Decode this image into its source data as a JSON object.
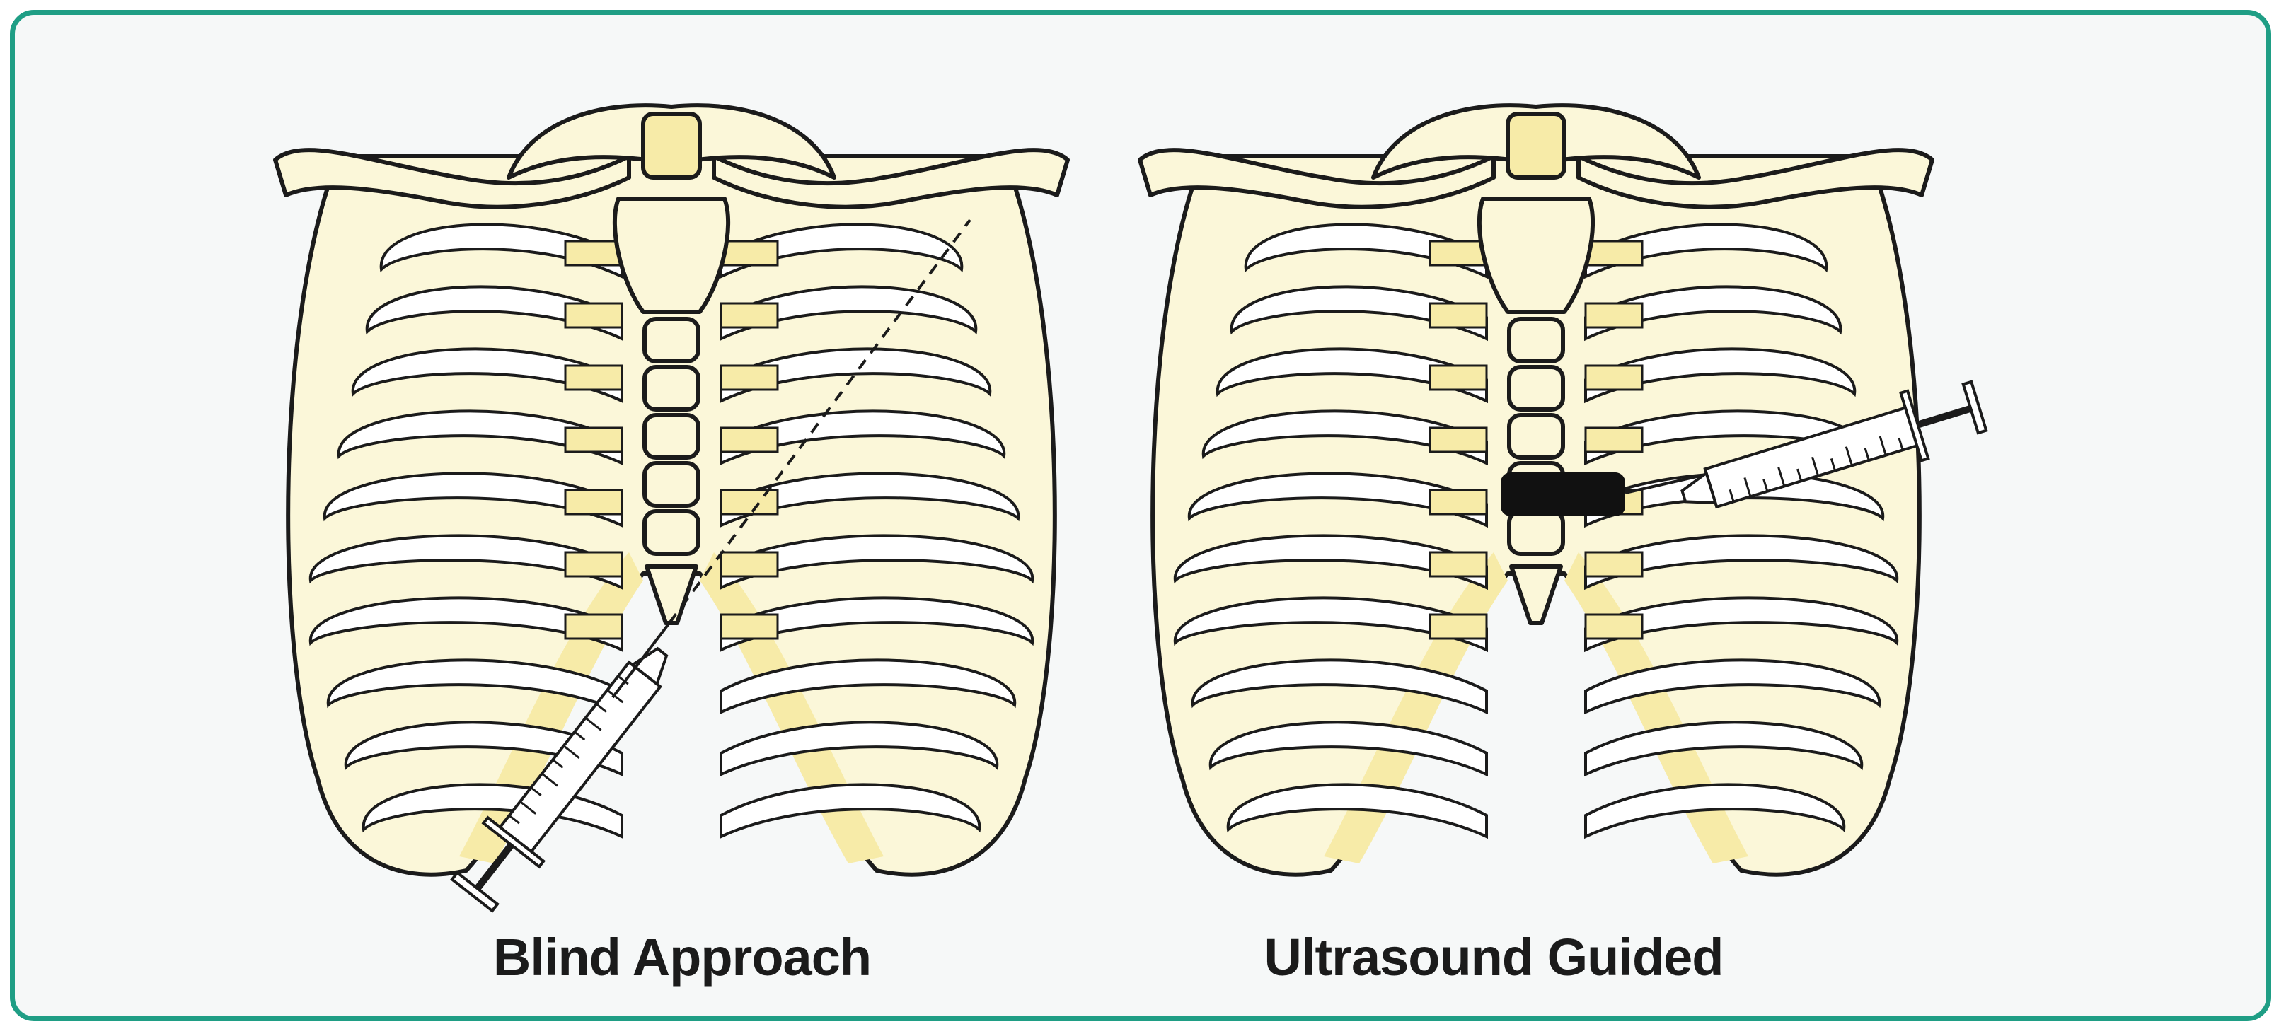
{
  "panels": [
    {
      "id": "blind",
      "caption": "Blind Approach",
      "approach": "blind"
    },
    {
      "id": "ultrasound",
      "caption": "Ultrasound Guided",
      "approach": "ultrasound-guided"
    }
  ],
  "colors": {
    "frame": "#1f9e85",
    "background": "#f6f8f8",
    "bone": "#fbf7d9",
    "cartilage": "#f7eba8",
    "outline": "#1b1b1b",
    "probe": "#111111"
  },
  "icons": [
    "rib-cage-icon",
    "syringe-icon",
    "ultrasound-probe-icon"
  ]
}
